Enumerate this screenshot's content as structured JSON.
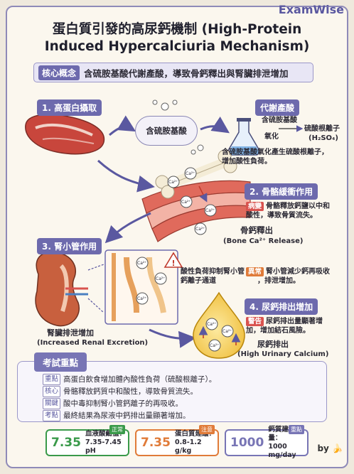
{
  "brand": "ExamWise",
  "title_line1": "蛋白質引發的高尿鈣機制 (High-Protein",
  "title_line2": "Induced Hypercalciuria Mechanism)",
  "concept": {
    "tag": "核心概念",
    "text": "含硫胺基酸代謝產酸，導致骨鈣釋出與腎臟排泄增加"
  },
  "step1": {
    "label": "1. 高蛋白攝取"
  },
  "cloud": {
    "label": "含硫胺基酸"
  },
  "metabolism": {
    "label": "代謝產酸",
    "eq_left": "含硫胺基酸",
    "eq_middle": "氧化",
    "eq_right": "硫酸根離子",
    "eq_formula": "(H₂SO₄)",
    "desc_line1": "含硫胺基酸氧化產生硫酸根離子，",
    "desc_line2": "增加酸性負荷。"
  },
  "step2": {
    "label": "2. 骨骼緩衝作用",
    "badge": "病變",
    "text_line1": "骨骼釋放鈣鹽以中和",
    "text_line2": "酸性，導致骨質流失。",
    "release_line1": "骨鈣釋出",
    "release_line2": "(Bone Ca²⁺ Release)"
  },
  "step3": {
    "label": "3. 腎小管作用",
    "inhibit_line1": "酸性負荷抑制腎小管",
    "inhibit_line2": "鈣離子通道",
    "badge": "異常",
    "text_line1": "腎小管減少鈣再吸收",
    "text_line2": "，排泄增加。",
    "kidney_line1": "腎臟排泄增加",
    "kidney_line2": "(Increased Renal Excretion)"
  },
  "step4": {
    "label": "4. 尿鈣排出增加",
    "badge": "警告",
    "text_line1": "尿鈣排出量顯著增",
    "text_line2": "加，增加結石風險。",
    "drop_line1": "尿鈣排出",
    "drop_line2": "(High Urinary Calcium)"
  },
  "ion_label": "Ca²⁺",
  "exam": {
    "title": "考試重點",
    "rows": [
      {
        "tag": "重點",
        "text": "高蛋白飲食增加體內酸性負荷（硫酸根離子）。"
      },
      {
        "tag": "核心",
        "text": "骨骼釋放鈣質中和酸性，導致骨質流失。"
      },
      {
        "tag": "關鍵",
        "text": "酸中毒抑制腎小管鈣離子的再吸收。"
      },
      {
        "tag": "考點",
        "text": "最終結果為尿液中鈣排出量顯著增加。"
      }
    ]
  },
  "cards": [
    {
      "num": "7.35",
      "line1": "血液酸鹼值：",
      "line2": "7.35-7.45 pH",
      "chip": "正常",
      "color": "#3a9a4a"
    },
    {
      "num": "7.35",
      "line1": "蛋白質建議：",
      "line2": "0.8-1.2 g/kg",
      "chip": "注意",
      "color": "#e07b39"
    },
    {
      "num": "1000",
      "line1": "鈣質建議量：",
      "line2": "1000 mg/day",
      "chip": "重點",
      "color": "#7875b5"
    }
  ],
  "byline": "by",
  "colors": {
    "accent": "#6d6aad",
    "alert": "#d9534f",
    "warn": "#e07b39",
    "ok": "#3a9a4a"
  }
}
